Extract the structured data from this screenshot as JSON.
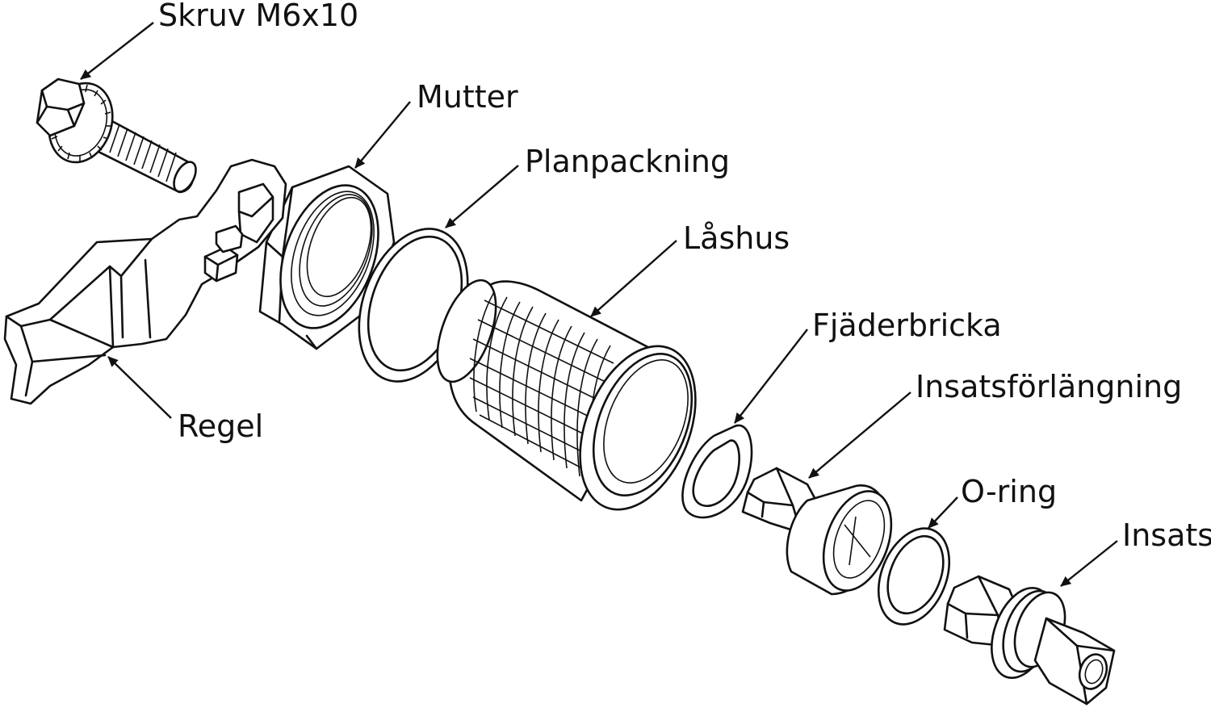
{
  "labels": {
    "skruv": "Skruv M6x10",
    "mutter": "Mutter",
    "planpackning": "Planpackning",
    "lashus": "Låshus",
    "fjaderbricka": "Fjäderbricka",
    "insatsforlangning": "Insatsförlängning",
    "oring": "O-ring",
    "insats": "Insats",
    "regel": "Regel"
  },
  "colors": {
    "line": "#111111",
    "background": "#ffffff"
  }
}
